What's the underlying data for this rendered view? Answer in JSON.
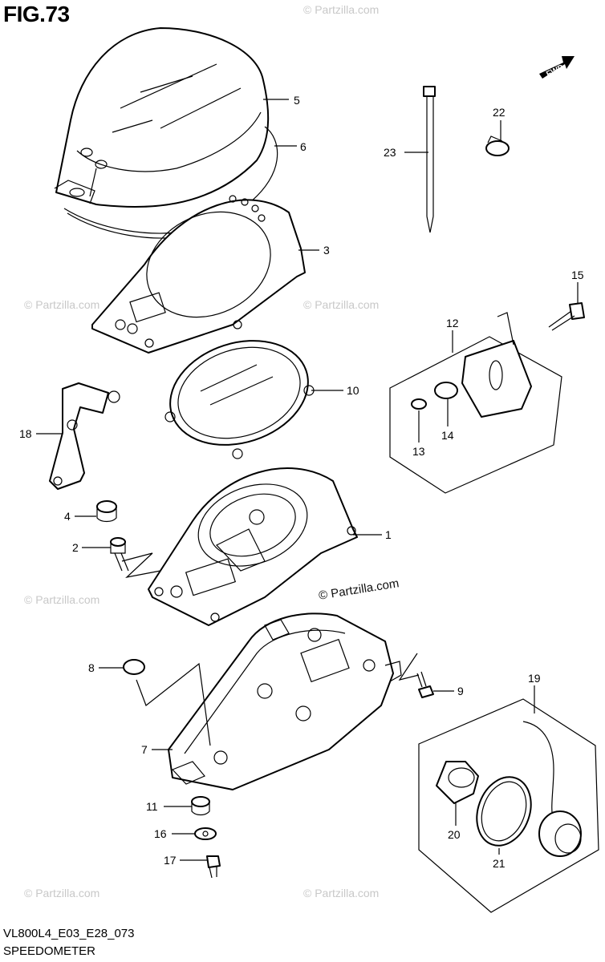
{
  "figure": {
    "title": "FIG.73"
  },
  "footer": {
    "code": "VL800L4_E03_E28_073",
    "title": "SPEEDOMETER"
  },
  "watermark": {
    "text": "© Partzilla.com",
    "main_text": "Partzilla.com"
  },
  "fwd_arrow": {
    "label": "FWD"
  },
  "callouts": {
    "c1": "1",
    "c2": "2",
    "c3": "3",
    "c4": "4",
    "c5": "5",
    "c6": "6",
    "c7": "7",
    "c8": "8",
    "c9": "9",
    "c10": "10",
    "c11": "11",
    "c12": "12",
    "c13": "13",
    "c14": "14",
    "c15": "15",
    "c16": "16",
    "c17": "17",
    "c18": "18",
    "c19": "19",
    "c20": "20",
    "c21": "21",
    "c22": "22",
    "c23": "23"
  }
}
